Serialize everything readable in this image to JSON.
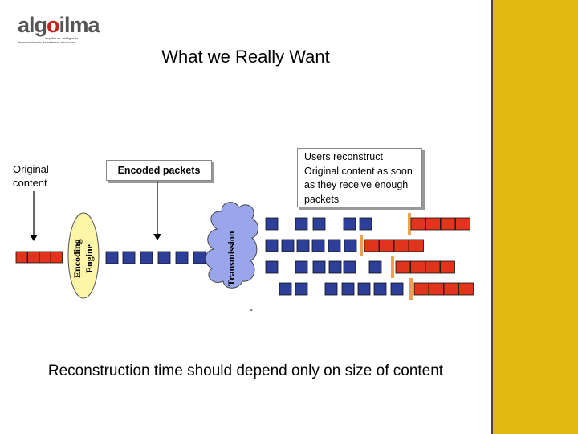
{
  "logo": {
    "word_a": "alg",
    "word_o": "o",
    "word_b": "ilma",
    "tag_1": "arquitetura, inteligencia",
    "tag_2": "desenvolvimento de sistemas e solucoes"
  },
  "title": "What we Really Want",
  "labels": {
    "original_content": "Original content",
    "encoded_packets": "Encoded packets",
    "users_reconstruct": "Users reconstruct Original content as soon as they receive enough packets",
    "encoding_engine_1": "Encoding",
    "encoding_engine_2": "Engine",
    "transmission": "Transmission",
    "dash": "-"
  },
  "footer": "Reconstruction time should depend only on size of content",
  "colors": {
    "sidebar": "#e0b80f",
    "original_block": "#e0341c",
    "encoded_block": "#2d3f99",
    "engine": "#fdf6a8",
    "cloud": "#9aa6ec",
    "marker": "#f0a050"
  }
}
